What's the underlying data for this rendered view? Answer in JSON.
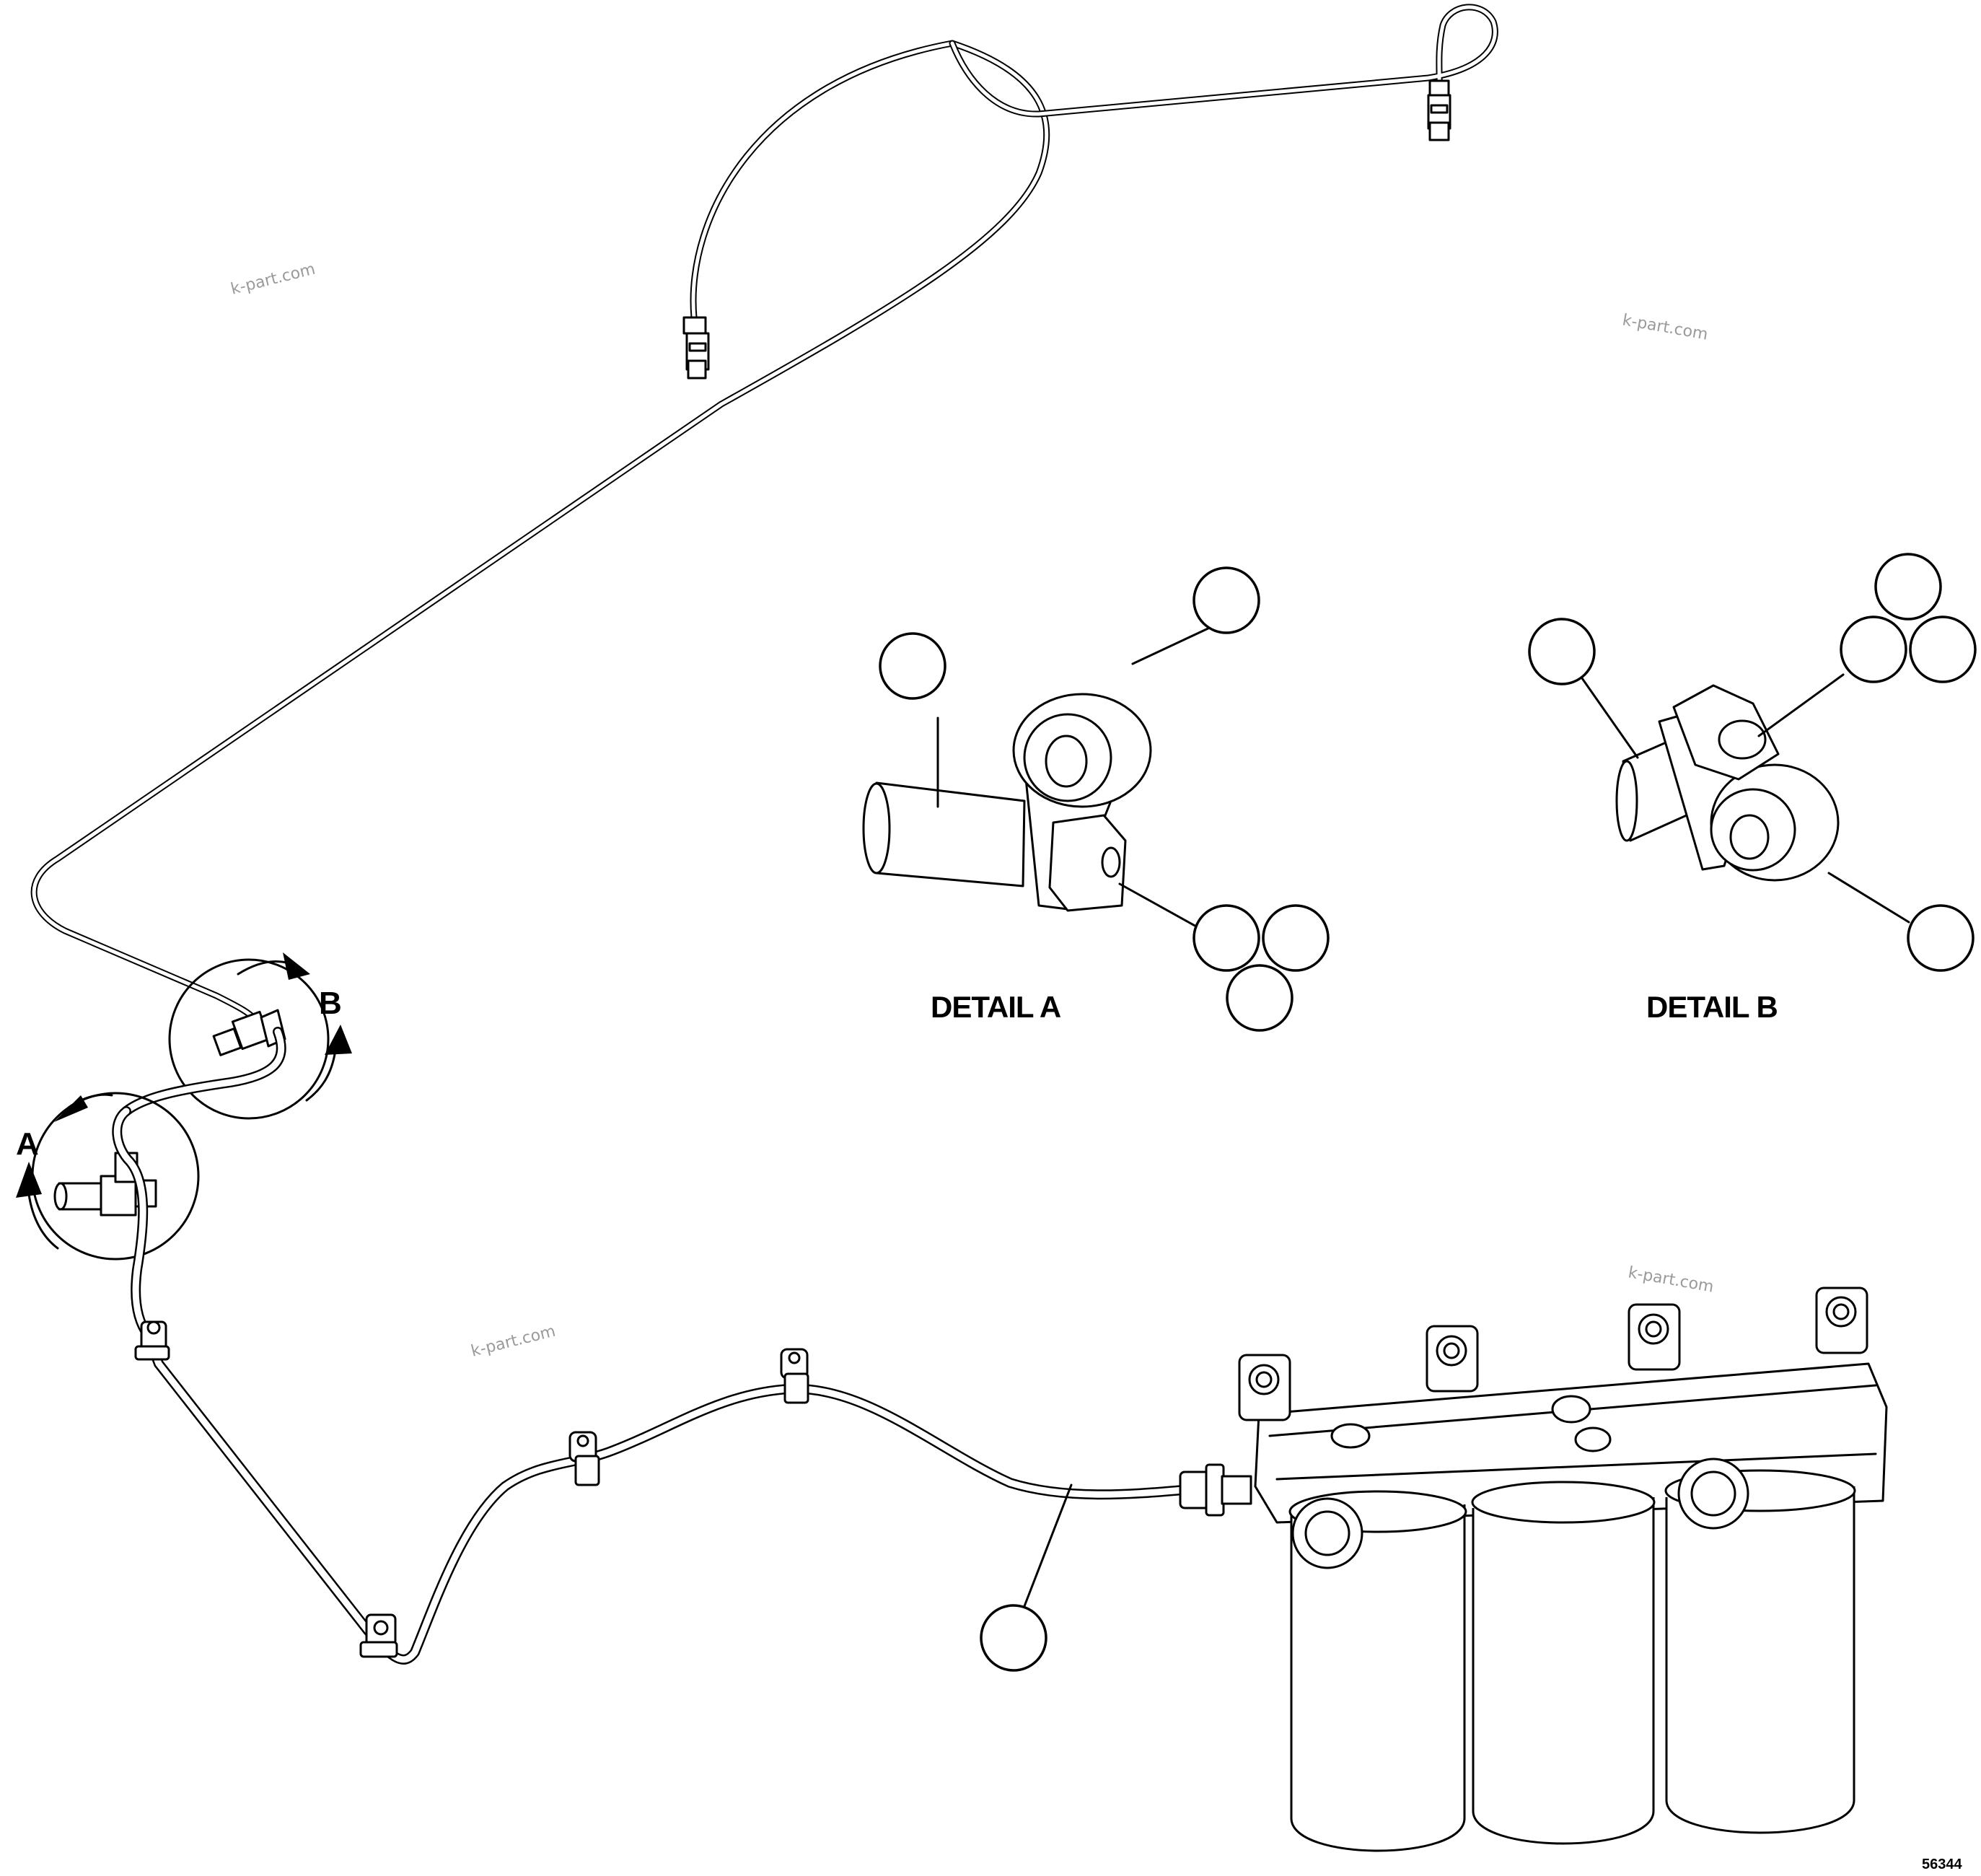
{
  "labels": {
    "view_a": "A",
    "view_b": "B",
    "detail_a": "DETAIL A",
    "detail_b": "DETAIL B",
    "figure_number": "56344"
  },
  "watermark": "k-part.com",
  "colors": {
    "line": "#000000",
    "background": "#ffffff",
    "watermark": "#9a9a9a"
  }
}
